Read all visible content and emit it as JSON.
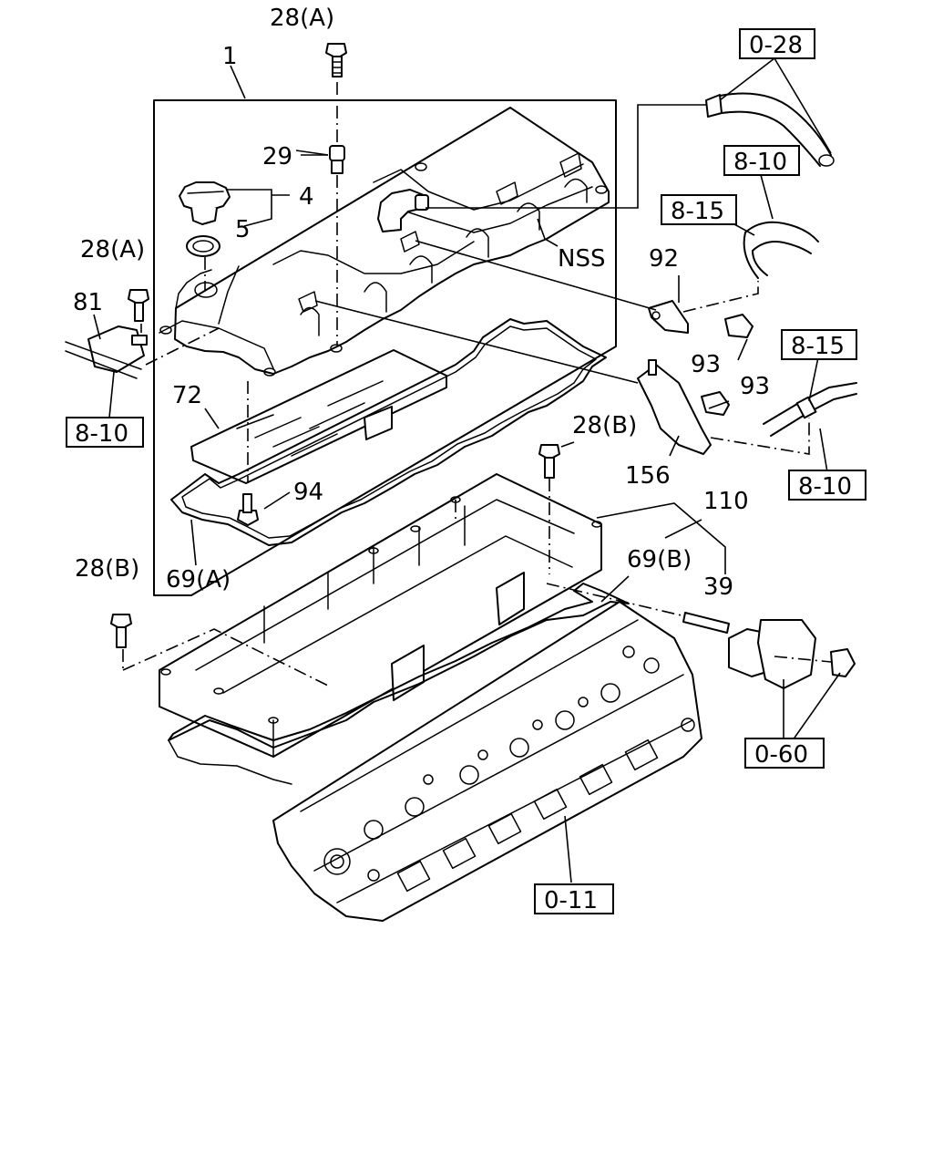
{
  "callouts": {
    "p1": "1",
    "p28a_top": "28(A)",
    "p29": "29",
    "p4": "4",
    "p5": "5",
    "p28a_left": "28(A)",
    "p81": "81",
    "p72": "72",
    "p94": "94",
    "p69a": "69(A)",
    "p28b_left": "28(B)",
    "pNSS": "NSS",
    "p92": "92",
    "p93a": "93",
    "p93b": "93",
    "p156": "156",
    "p28b_mid": "28(B)",
    "p110": "110",
    "p69b": "69(B)",
    "p39": "39"
  },
  "references": {
    "r0_28": "0-28",
    "r8_10_top": "8-10",
    "r8_15_top": "8-15",
    "r8_15_right": "8-15",
    "r8_10_right": "8-10",
    "r8_10_left": "8-10",
    "r0_60": "0-60",
    "r0_11": "0-11"
  }
}
